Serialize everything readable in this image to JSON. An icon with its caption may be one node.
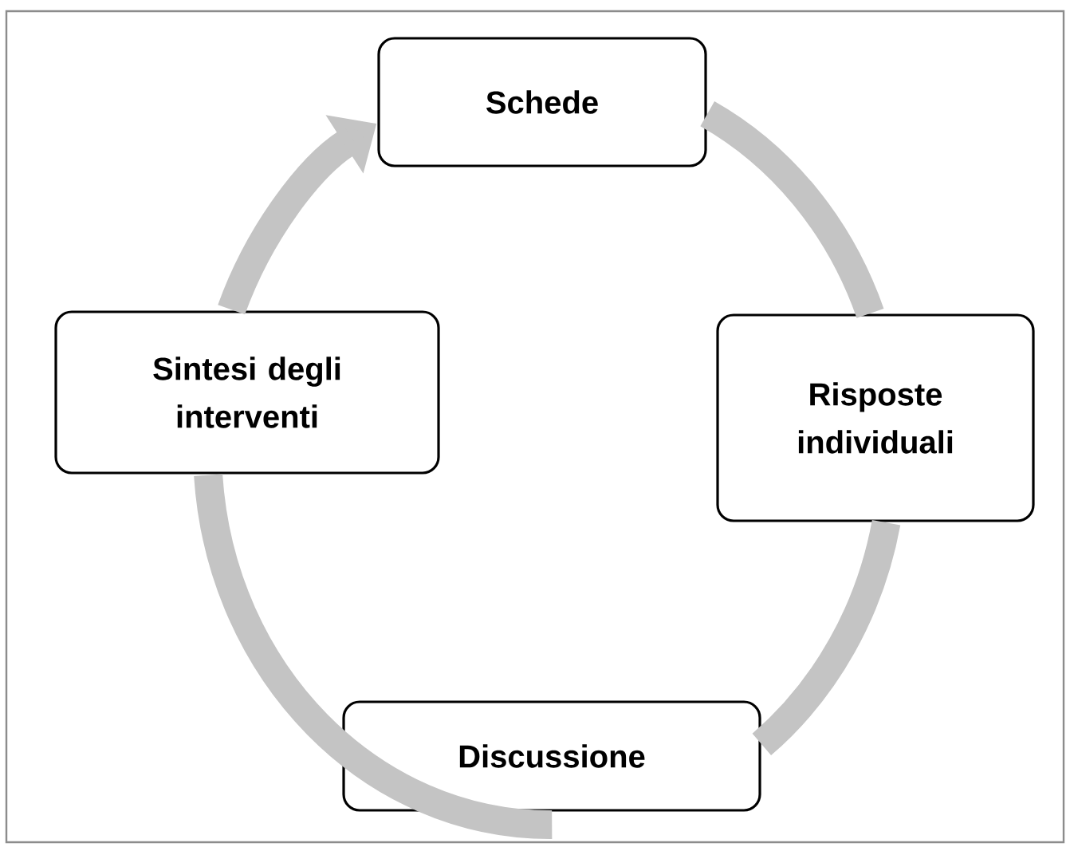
{
  "diagram": {
    "nodes": [
      {
        "text": [
          "Schede"
        ]
      },
      {
        "text": [
          "Risposte individuali"
        ]
      },
      {
        "text": [
          "Discussione"
        ]
      },
      {
        "text": [
          "Sintesi degli interventi"
        ]
      }
    ],
    "edges": [
      {
        "from": 0,
        "to": 1,
        "arrow": "none"
      },
      {
        "from": 1,
        "to": 2,
        "arrow": "none"
      },
      {
        "from": 2,
        "to": 3,
        "arrow": "none"
      },
      {
        "from": 3,
        "to": 0,
        "arrow": "to"
      }
    ]
  }
}
